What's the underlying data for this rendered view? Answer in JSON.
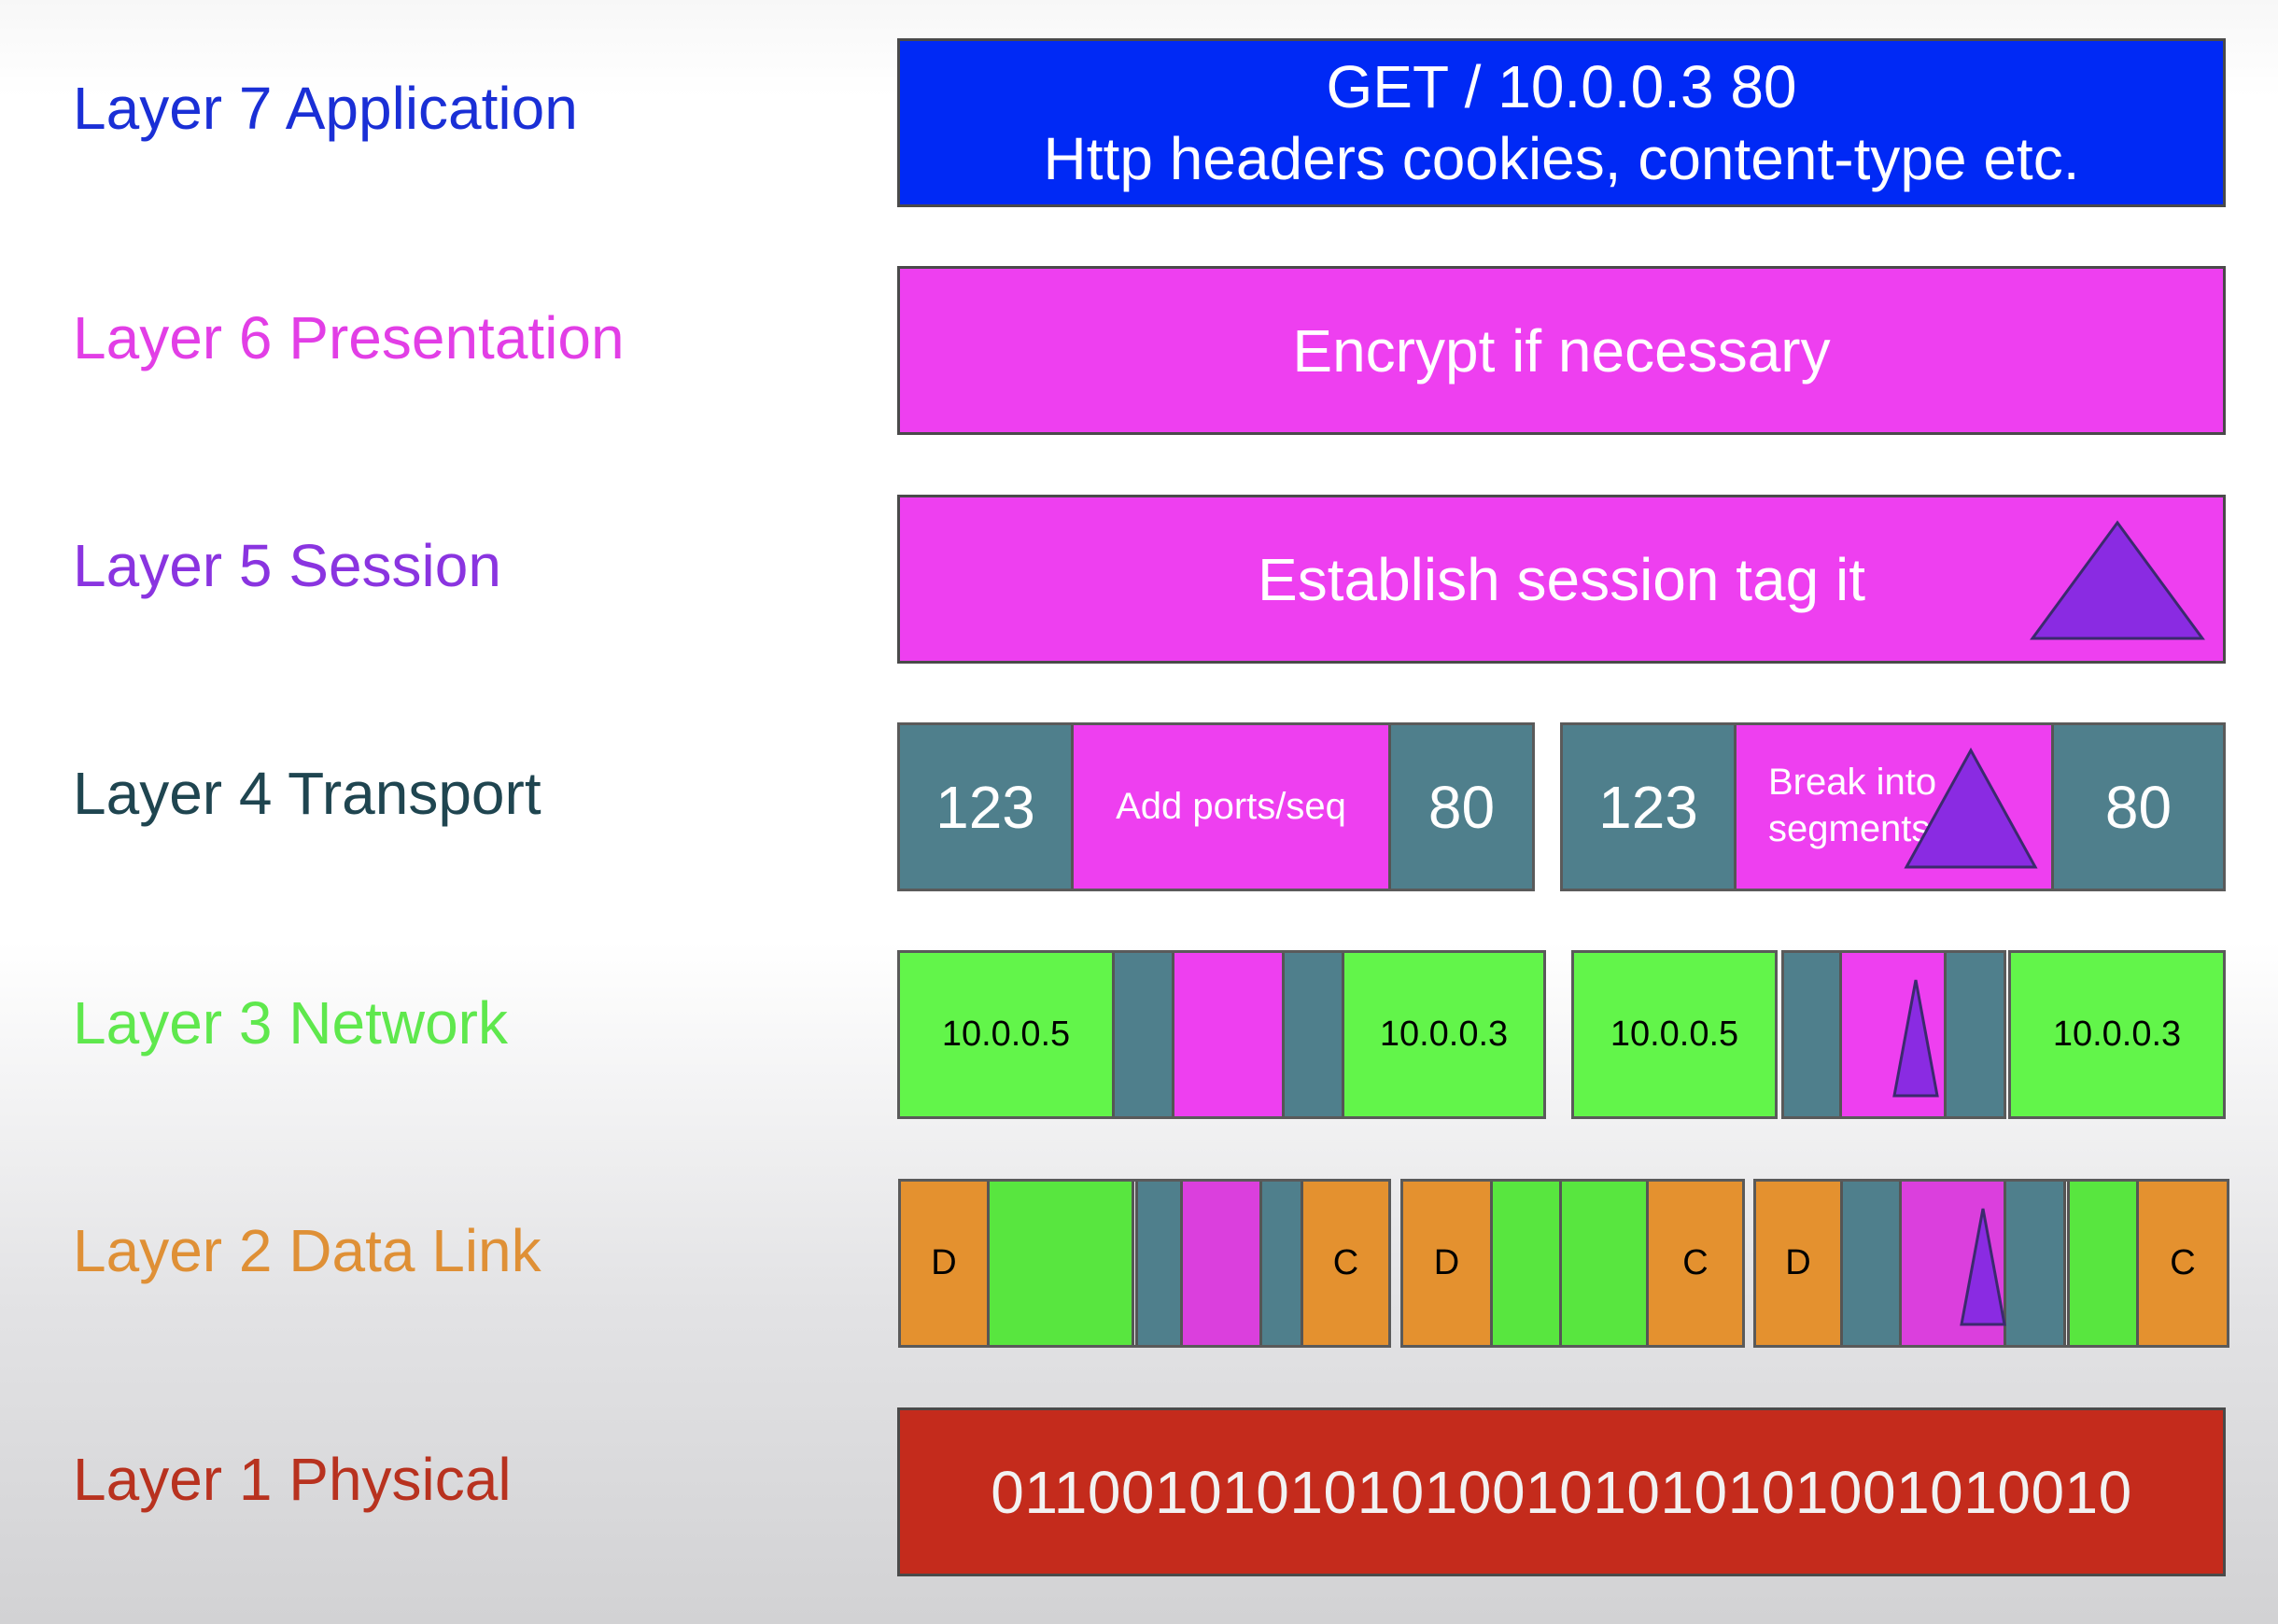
{
  "layers": [
    {
      "label": "Layer 7 Application",
      "color": "#1a2fd6"
    },
    {
      "label": "Layer 6 Presentation",
      "color": "#e23ee6"
    },
    {
      "label": "Layer 5 Session",
      "color": "#8a34e0"
    },
    {
      "label": "Layer 4 Transport",
      "color": "#1f4550"
    },
    {
      "label": "Layer 3 Network",
      "color": "#5fe84d"
    },
    {
      "label": "Layer 2 Data Link",
      "color": "#df9036"
    },
    {
      "label": "Layer 1 Physical",
      "color": "#b8321f"
    }
  ],
  "application": {
    "line1": "GET / 10.0.0.3 80",
    "line2": "Http headers cookies, content-type etc.",
    "color": "#0029f5"
  },
  "presentation": {
    "text": "Encrypt if necessary",
    "color": "#ee3ff0"
  },
  "session": {
    "text": "Establish session tag it",
    "tag_color": "#8a2be2",
    "tag_icon": "triangle-tag-icon"
  },
  "transport": {
    "segment1": {
      "src_port": "123",
      "text": "Add ports/seq",
      "dst_port": "80"
    },
    "segment2": {
      "src_port": "123",
      "text_line1": "Break into",
      "text_line2": "segments",
      "dst_port": "80"
    }
  },
  "network": {
    "packet1": {
      "src_ip": "10.0.0.5",
      "dst_ip": "10.0.0.3"
    },
    "packet2": {
      "src_ip": "10.0.0.5",
      "dst_ip": "10.0.0.3"
    }
  },
  "datalink": {
    "frame1": {
      "dst": "D",
      "chk": "C"
    },
    "frame2": {
      "dst": "D",
      "chk": "C"
    },
    "frame3": {
      "dst": "D",
      "chk": "C"
    }
  },
  "physical": {
    "bits": "0110010101010100101010101001010010",
    "color": "#c42b1c"
  }
}
